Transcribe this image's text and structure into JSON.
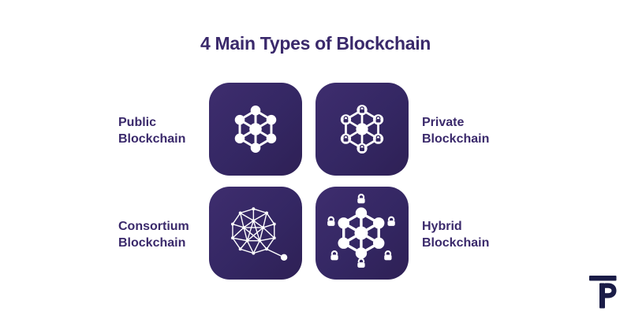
{
  "title": "4 Main Types of Blockchain",
  "tiles": [
    {
      "id": "public",
      "label": "Public Blockchain",
      "icon": "public-network-icon"
    },
    {
      "id": "private",
      "label": "Private Blockchain",
      "icon": "private-locked-network-icon"
    },
    {
      "id": "consortium",
      "label": "Consortium Blockchain",
      "icon": "consortium-mesh-sphere-icon"
    },
    {
      "id": "hybrid",
      "label": "Hybrid Blockchain",
      "icon": "hybrid-network-locks-icon"
    }
  ],
  "logo": {
    "icon": "brand-p-logo"
  },
  "colors": {
    "background": "#ffffff",
    "tile_gradient_start": "#3e2d6e",
    "tile_gradient_end": "#2e2055",
    "heading_text": "#3a296b",
    "icon_fill": "#ffffff",
    "logo_navy": "#1a1c47"
  }
}
